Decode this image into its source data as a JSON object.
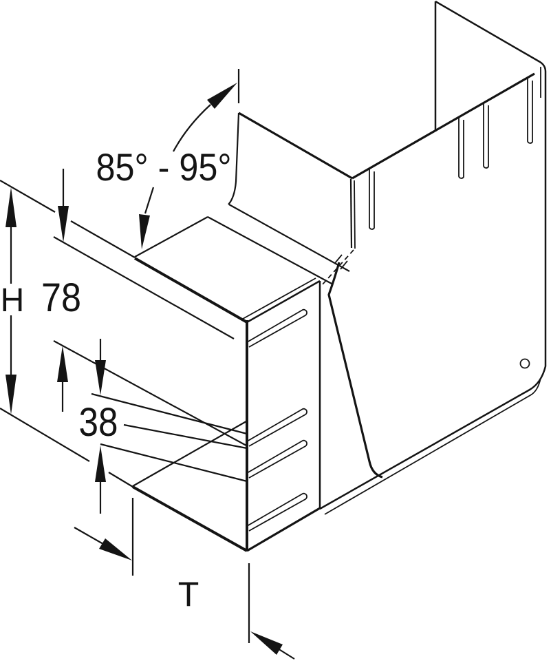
{
  "drawing": {
    "title": "Adjustable vertical bend corner piece - isometric technical drawing",
    "background_color": "#ffffff",
    "line_color": "#141414",
    "labels": {
      "angle_range": "85° - 95°",
      "overall_height": "H",
      "upper_rail_height": "78",
      "lower_rail_height": "38",
      "depth": "T"
    }
  }
}
